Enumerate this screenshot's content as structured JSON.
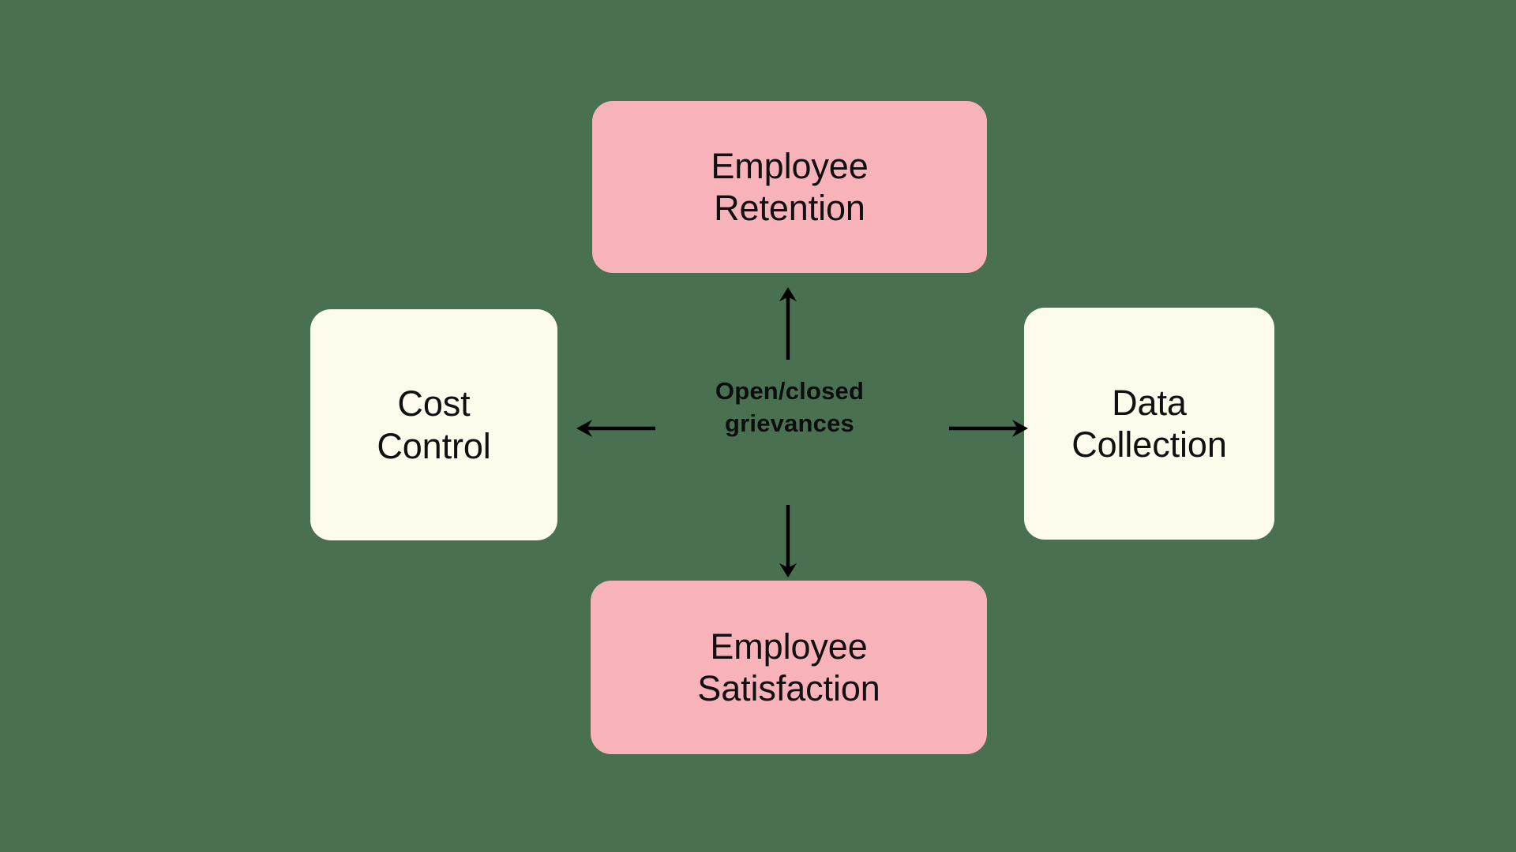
{
  "diagram": {
    "type": "hub-and-spoke",
    "background_color": "#4a7052",
    "hub": {
      "label": "Open/closed\ngrievances",
      "text_color": "#0d0d0d",
      "bold": true
    },
    "nodes": [
      {
        "id": "employee-retention",
        "label": "Employee\nRetention",
        "position": "top",
        "fill": "#f7b3b9",
        "text_color": "#111111"
      },
      {
        "id": "data-collection",
        "label": "Data\nCollection",
        "position": "right",
        "fill": "#fdfbec",
        "text_color": "#111111"
      },
      {
        "id": "employee-satisfaction",
        "label": "Employee\nSatisfaction",
        "position": "bottom",
        "fill": "#f7b3b9",
        "text_color": "#111111"
      },
      {
        "id": "cost-control",
        "label": "Cost\nControl",
        "position": "left",
        "fill": "#fdfbec",
        "text_color": "#111111"
      }
    ],
    "connectors": [
      {
        "id": "arrow-up",
        "from": "hub",
        "to": "employee-retention",
        "direction": "up",
        "color": "#000000"
      },
      {
        "id": "arrow-right",
        "from": "hub",
        "to": "data-collection",
        "direction": "right",
        "color": "#000000"
      },
      {
        "id": "arrow-down",
        "from": "hub",
        "to": "employee-satisfaction",
        "direction": "down",
        "color": "#000000"
      },
      {
        "id": "arrow-left",
        "from": "hub",
        "to": "cost-control",
        "direction": "left",
        "color": "#000000"
      }
    ]
  }
}
